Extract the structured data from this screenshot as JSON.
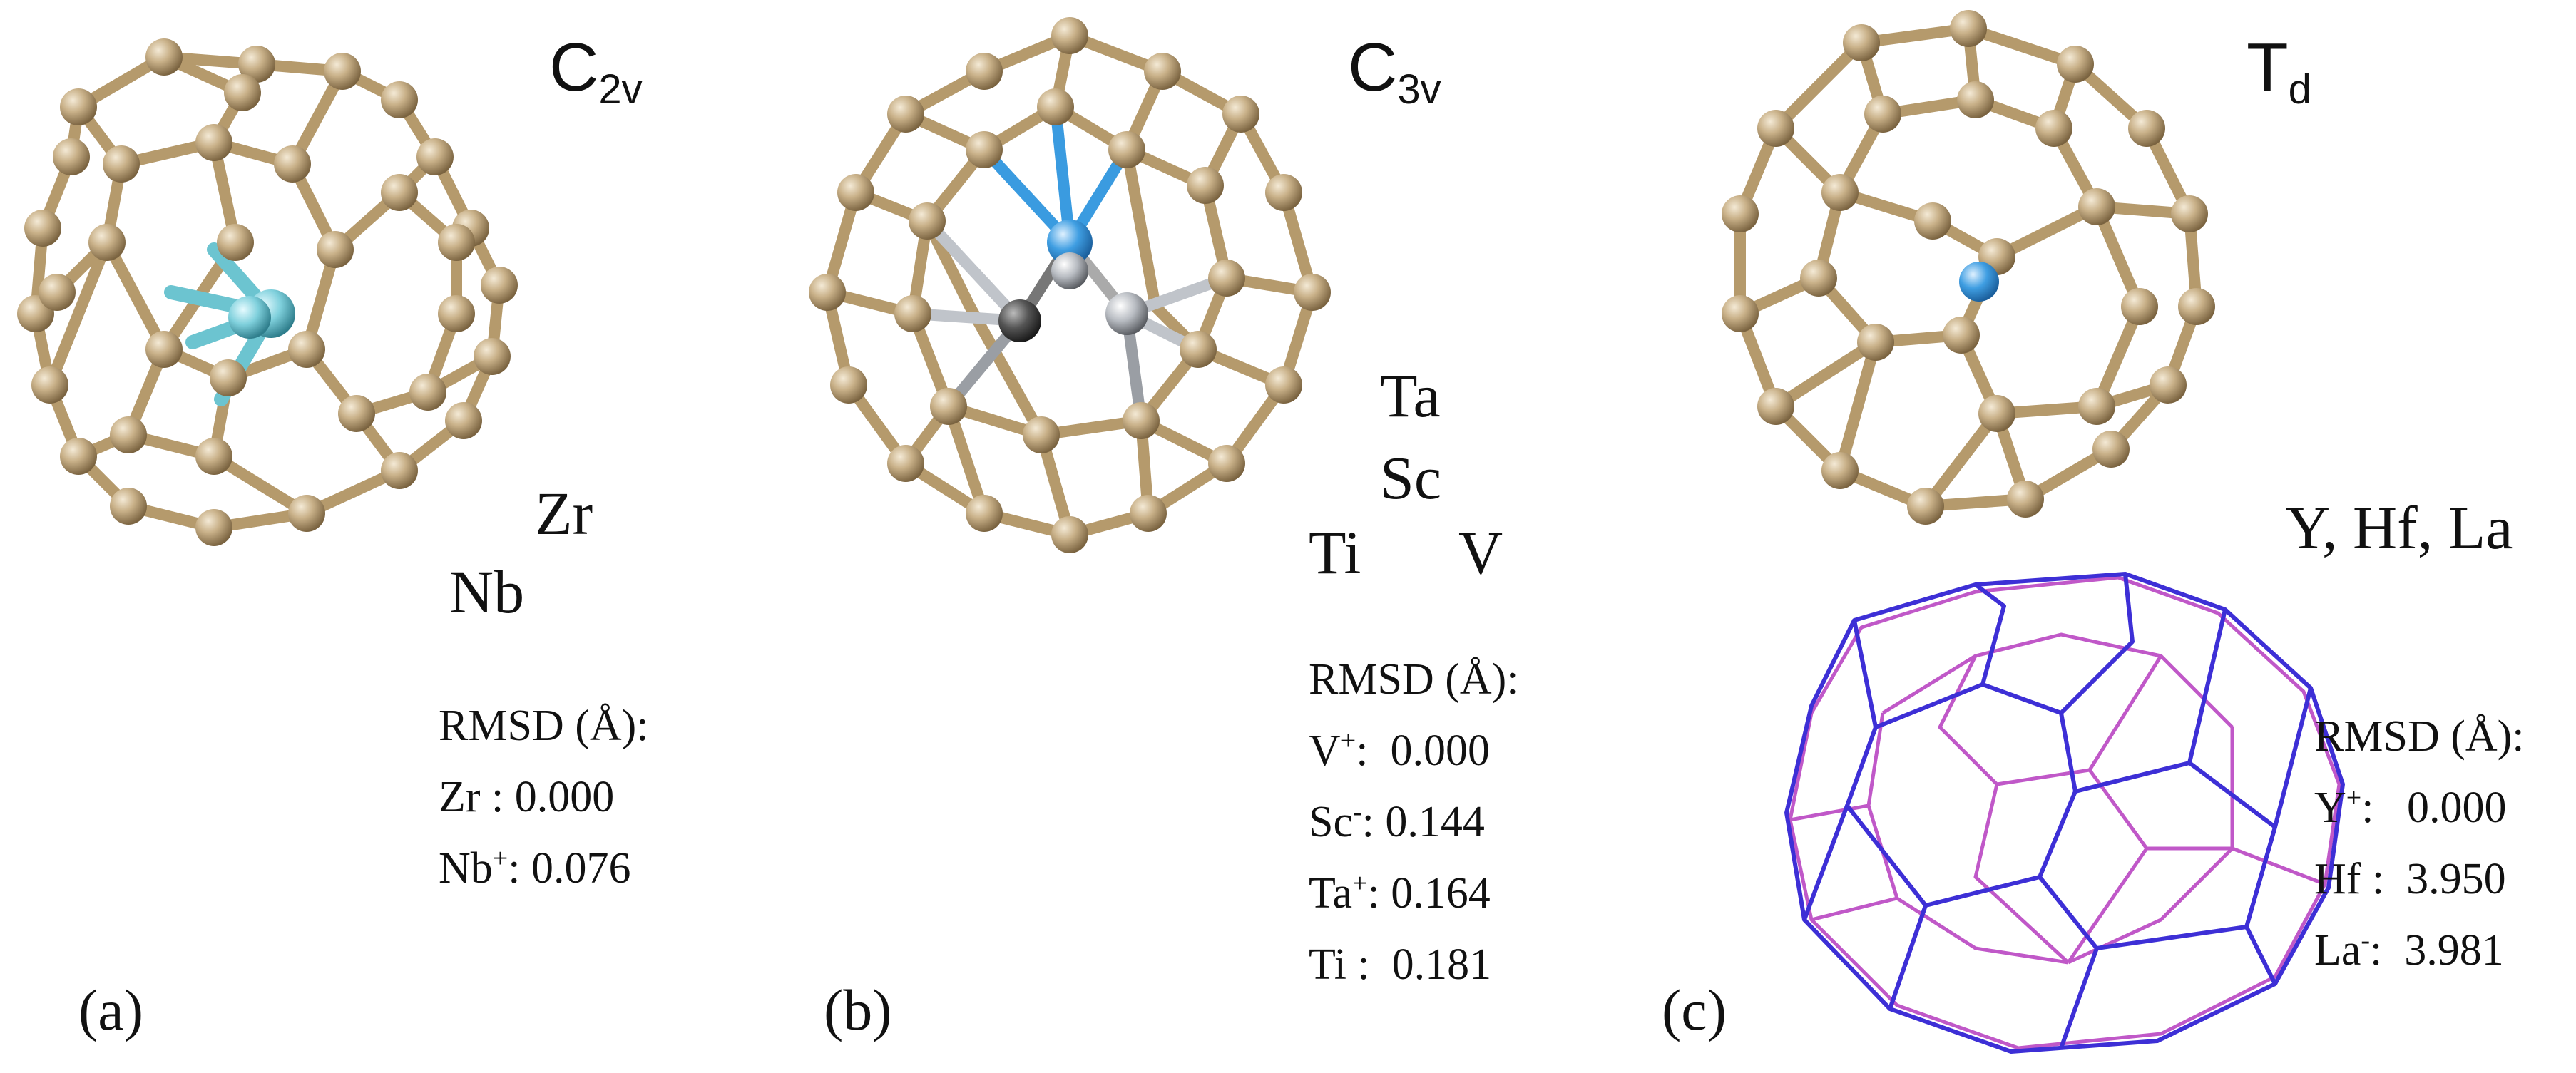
{
  "panels": [
    {
      "label": "(a)",
      "symmetry": {
        "base": "C",
        "sub": "2v"
      },
      "elements": [
        "Zr",
        "Nb"
      ],
      "dopant_color": "#6cc4d0",
      "rmsd": {
        "title": "RMSD (Å):",
        "rows": [
          {
            "el": "Zr",
            "charge": "",
            "sep": " : ",
            "value": "0.000"
          },
          {
            "el": "Nb",
            "charge": "+",
            "sep": ": ",
            "value": "0.076"
          }
        ]
      }
    },
    {
      "label": "(b)",
      "symmetry": {
        "base": "C",
        "sub": "3v"
      },
      "elements": [
        "Ta",
        "Sc",
        "Ti",
        "V"
      ],
      "dopant_color": "#3a9be0",
      "rmsd": {
        "title": "RMSD (Å):",
        "rows": [
          {
            "el": "V",
            "charge": "+",
            "sep": ":  ",
            "value": "0.000"
          },
          {
            "el": "Sc",
            "charge": "-",
            "sep": ": ",
            "value": "0.144"
          },
          {
            "el": "Ta",
            "charge": "+",
            "sep": ": ",
            "value": "0.164"
          },
          {
            "el": "Ti",
            "charge": "",
            "sep": " :  ",
            "value": "0.181"
          }
        ]
      }
    },
    {
      "label": "(c)",
      "symmetry": {
        "base": "T",
        "sub": "d"
      },
      "elements": [
        "Y, Hf, La"
      ],
      "dopant_color": "#3aa8e0",
      "rmsd": {
        "title": "RMSD (Å):",
        "rows": [
          {
            "el": "Y",
            "charge": "+",
            "sep": ":   ",
            "value": "0.000"
          },
          {
            "el": "Hf",
            "charge": "",
            "sep": " :  ",
            "value": "3.950"
          },
          {
            "el": "La",
            "charge": "-",
            "sep": ":  ",
            "value": "3.981"
          }
        ]
      }
    }
  ],
  "colors": {
    "carbon_ball": "#c8b28c",
    "carbon_bond": "#b89c6e",
    "wire_blue": "#3d2fd6",
    "wire_pink": "#c058c8"
  }
}
